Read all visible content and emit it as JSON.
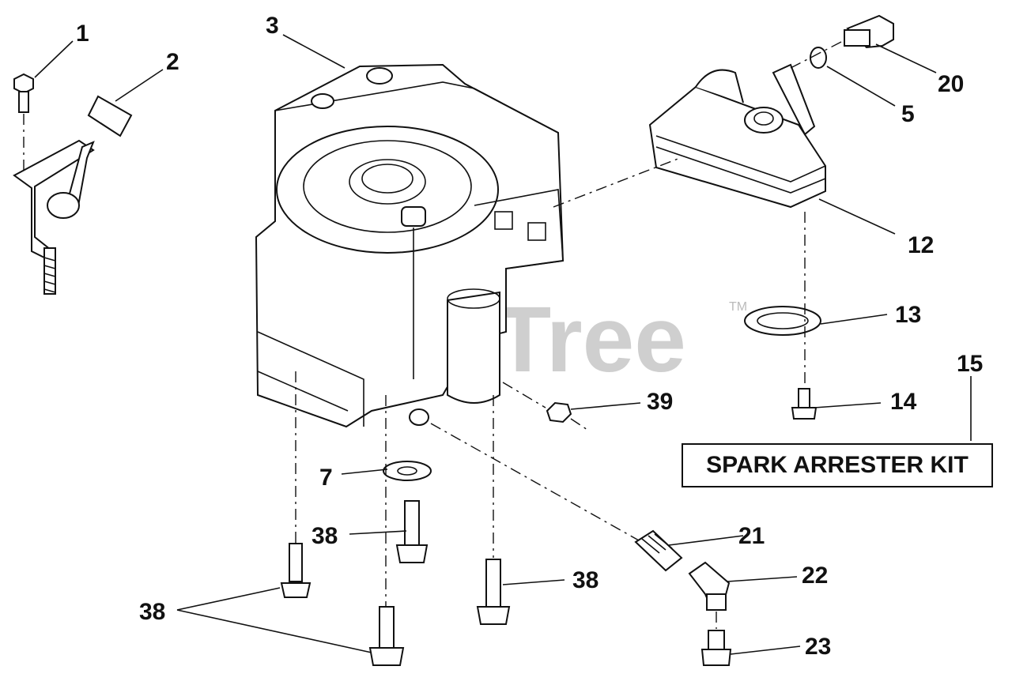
{
  "watermark": {
    "text": "PartsTree",
    "trademark": "TM"
  },
  "callouts": {
    "c1": "1",
    "c2": "2",
    "c3": "3",
    "c20": "20",
    "c5": "5",
    "c12": "12",
    "c13": "13",
    "c15": "15",
    "c14": "14",
    "c39": "39",
    "c7": "7",
    "c38a": "38",
    "c21": "21",
    "c22": "22",
    "c38b": "38",
    "c38c": "38",
    "c23": "23"
  },
  "kit_label": "SPARK ARRESTER KIT"
}
